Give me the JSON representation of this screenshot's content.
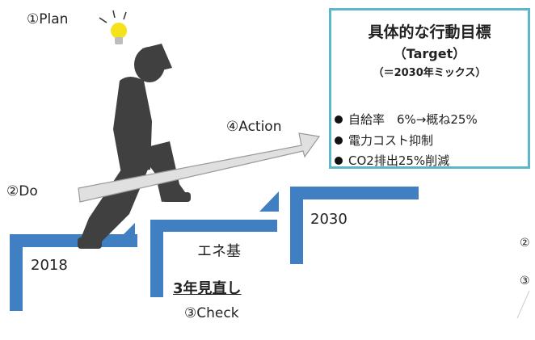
{
  "cycle": {
    "plan": "①Plan",
    "do": "②Do",
    "check": "③Check",
    "action": "④Action"
  },
  "steps": {
    "year_2018": "2018",
    "year_2030": "2030",
    "energy_plan": "エネ基",
    "review": "3年見直し"
  },
  "target_box": {
    "title": "具体的な行動目標",
    "subtitle": "（Target）",
    "note": "（＝2030年ミックス）",
    "bullets": [
      "自給率　6%→概ね25%",
      "電力コスト抑制",
      "CO2排出25%削減"
    ]
  },
  "cropped_fragments": {
    "frag_1": "②",
    "frag_2": "③"
  },
  "colors": {
    "step_blue": "#3f7fc2",
    "box_border": "#5bb7c9",
    "figure": "#404040",
    "arrow_fill": "#e0e0e0",
    "bulb": "#f5e21c"
  },
  "icons": {
    "bulb": "lightbulb-icon",
    "figure": "person-climbing-icon",
    "arrow": "action-arrow-icon"
  }
}
